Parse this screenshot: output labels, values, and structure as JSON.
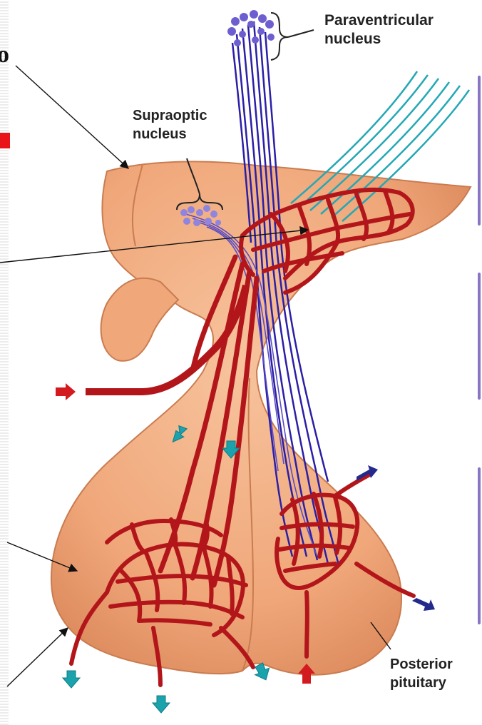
{
  "labels": {
    "paraventricular_line1": "Paraventricular",
    "paraventricular_line2": "nucleus",
    "supraoptic_line1": "Supraoptic",
    "supraoptic_line2": "nucleus",
    "posterior_line1": "Posterior",
    "posterior_line2": "pituitary"
  },
  "fragment_text": "o",
  "colors": {
    "tissue": "#f1ad80",
    "tissue_dark": "#d98d60",
    "vessel": "#b3161a",
    "vessel_dark": "#7e0d10",
    "axon_blue": "#2b1fa6",
    "axon_cyan": "#23a8b5",
    "arrow_cyan": "#1aa3ad",
    "arrow_navy": "#232a8c",
    "arrow_red": "#d21a1f",
    "slide_accent": "#e8141a",
    "side_bar": "#8a74c4"
  },
  "icons": [
    "pointer-arrow-icon",
    "flow-arrow-icon",
    "brace-icon"
  ]
}
